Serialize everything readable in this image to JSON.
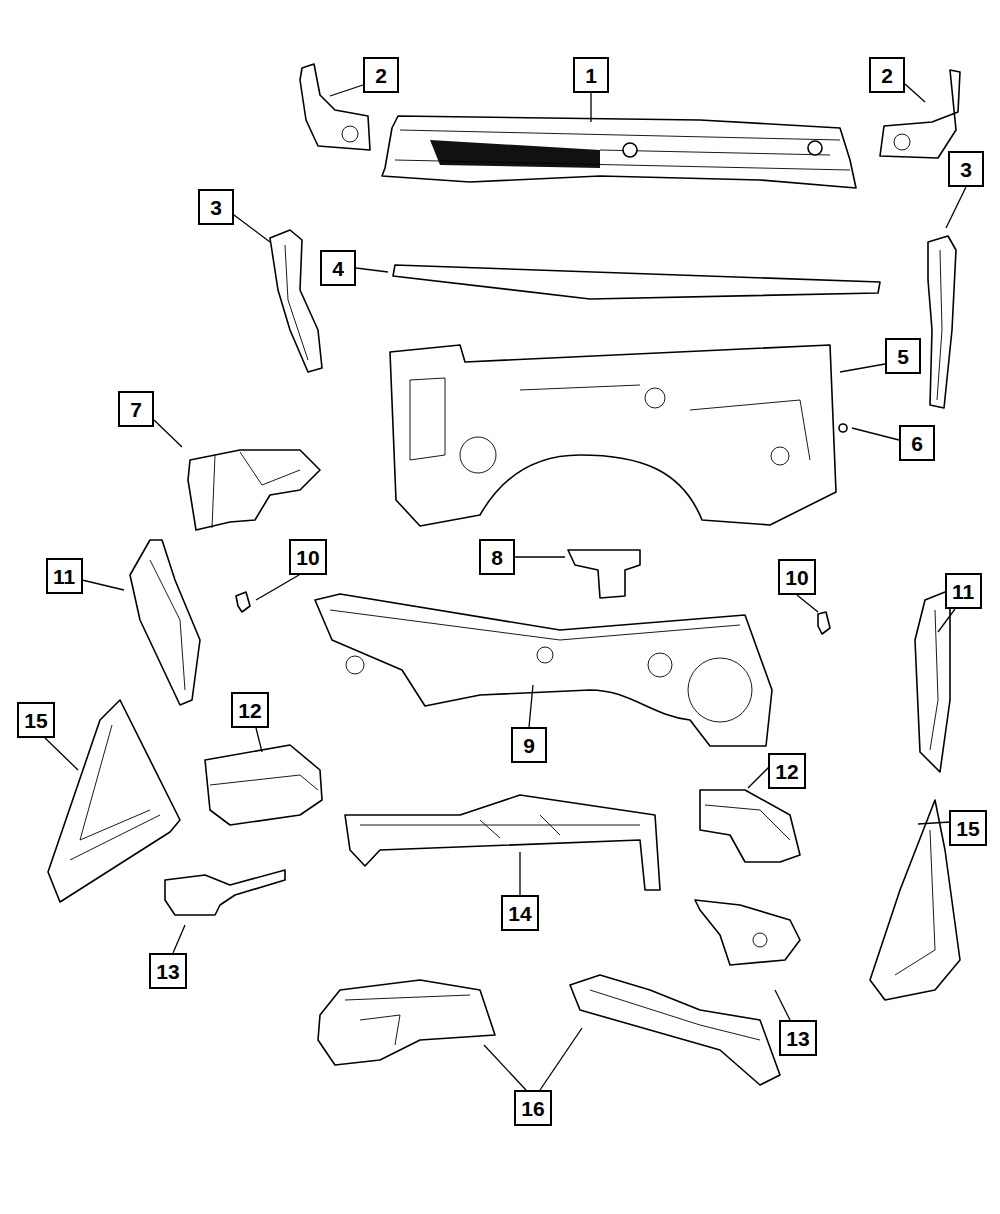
{
  "diagram": {
    "nodes": [
      {
        "text": [
          "2"
        ]
      },
      {
        "text": [
          "1"
        ]
      },
      {
        "text": [
          "2"
        ]
      },
      {
        "text": [
          "3"
        ]
      },
      {
        "text": [
          "3"
        ]
      },
      {
        "text": [
          "4"
        ]
      },
      {
        "text": [
          "5"
        ]
      },
      {
        "text": [
          "7"
        ]
      },
      {
        "text": [
          "6"
        ]
      },
      {
        "text": [
          "10"
        ]
      },
      {
        "text": [
          "8"
        ]
      },
      {
        "text": [
          "11"
        ]
      },
      {
        "text": [
          "10"
        ]
      },
      {
        "text": [
          "11"
        ]
      },
      {
        "text": [
          "12"
        ]
      },
      {
        "text": [
          "15"
        ]
      },
      {
        "text": [
          "9"
        ]
      },
      {
        "text": [
          "12"
        ]
      },
      {
        "text": [
          "15"
        ]
      },
      {
        "text": [
          "14"
        ]
      },
      {
        "text": [
          "13"
        ]
      },
      {
        "text": [
          "13"
        ]
      },
      {
        "text": [
          "16"
        ]
      }
    ]
  }
}
